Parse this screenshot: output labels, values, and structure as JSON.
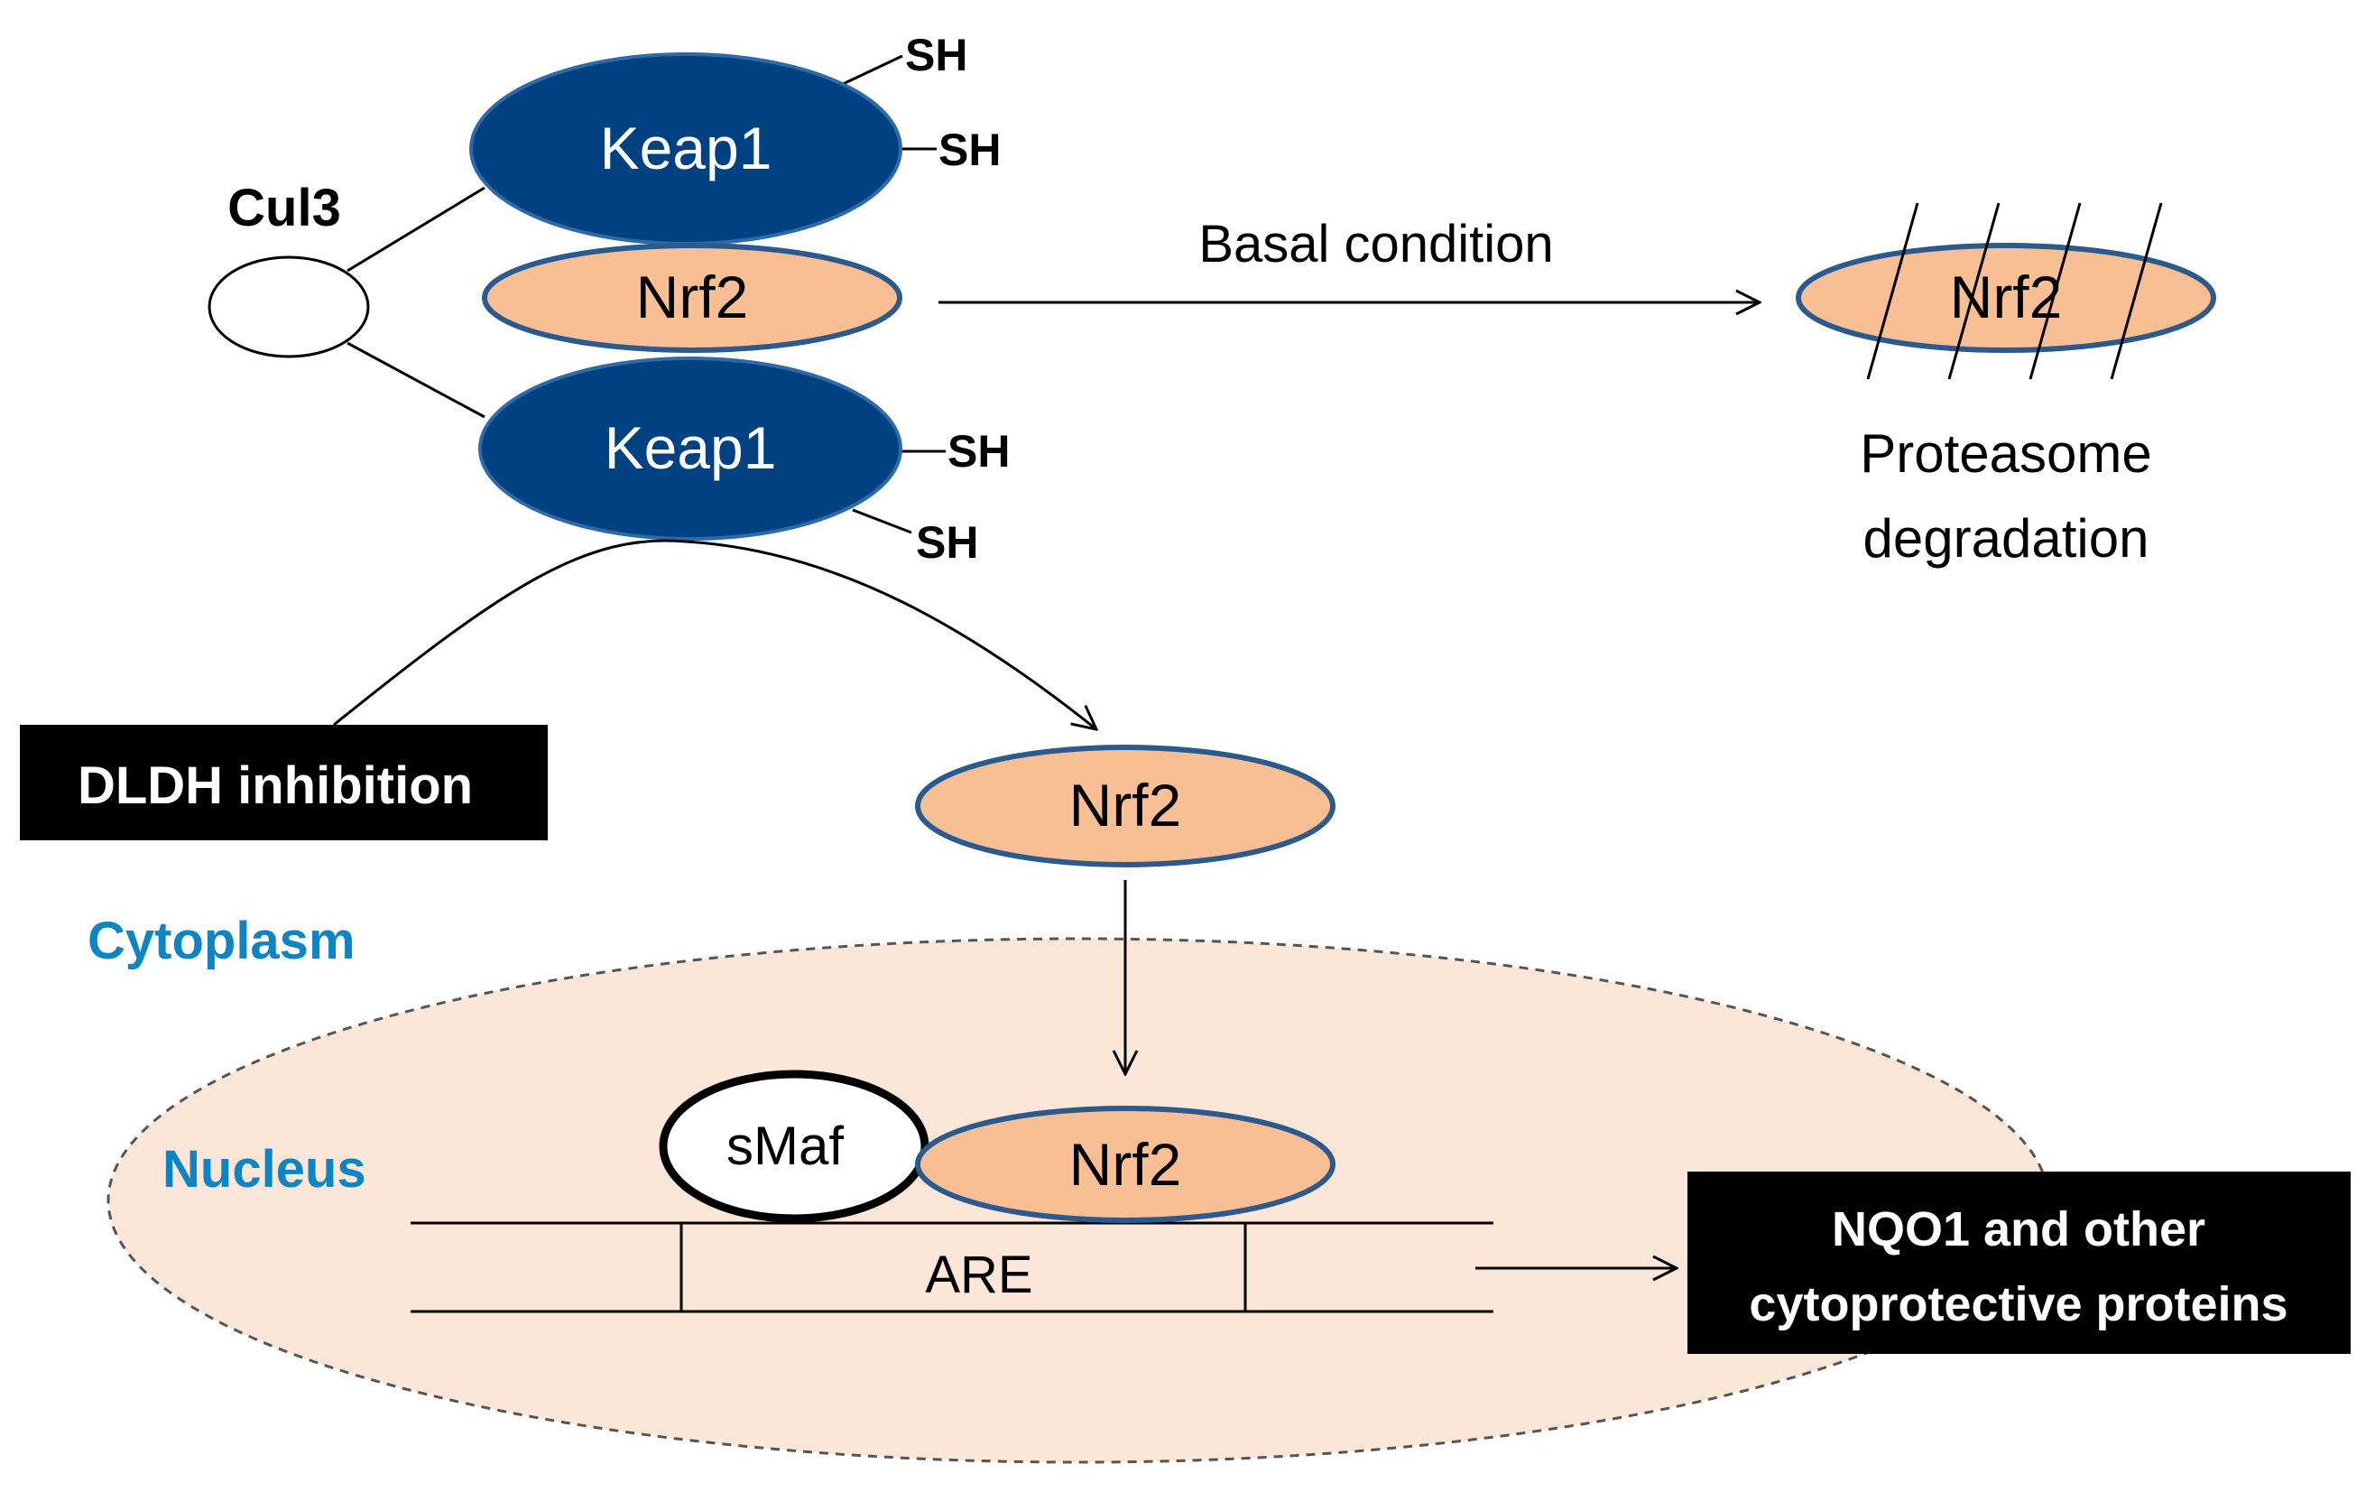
{
  "colors": {
    "keap1_fill": "#004181",
    "keap1_outline": "#2f6aa8",
    "nrf2_fill": "#f9bf94",
    "nrf2_outline": "#2b5a8f",
    "nucleus_fill": "#fbe6d7",
    "compartment_label": "#0d84c4",
    "box_fill": "#000000",
    "box_text": "#ffffff",
    "line": "#000000"
  },
  "labels": {
    "cul3": "Cul3",
    "keap1_top": "Keap1",
    "keap1_bottom": "Keap1",
    "sh_1": "SH",
    "sh_2": "SH",
    "sh_3": "SH",
    "sh_4": "SH",
    "nrf2_complex": "Nrf2",
    "basal_condition": "Basal condition",
    "nrf2_degraded": "Nrf2",
    "proteasome_line1": "Proteasome",
    "proteasome_line2": "degradation",
    "dldh_inhibition": "DLDH inhibition",
    "nrf2_free": "Nrf2",
    "cytoplasm": "Cytoplasm",
    "nucleus": "Nucleus",
    "smaf": "sMaf",
    "nrf2_nuclear": "Nrf2",
    "are": "ARE",
    "output_line1": "NQO1 and other",
    "output_line2": "cytoprotective proteins"
  }
}
